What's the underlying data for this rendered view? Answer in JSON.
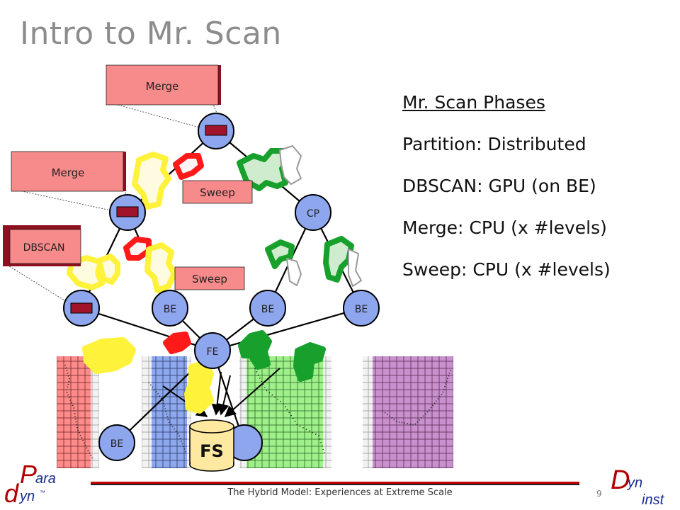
{
  "slide": {
    "title": "Intro to Mr. Scan",
    "footer": "The Hybrid Model: Experiences at Extreme Scale",
    "page_number": "9"
  },
  "phases": {
    "heading": "Mr. Scan Phases",
    "items": [
      "Partition: Distributed",
      "DBSCAN: GPU (on BE)",
      "Merge: CPU (x #levels)",
      "Sweep: CPU (x #levels)"
    ]
  },
  "diagram": {
    "boxes": {
      "merge_top": "Merge",
      "merge_left": "Merge",
      "dbscan": "DBSCAN",
      "sweep_upper": "Sweep",
      "sweep_lower": "Sweep"
    },
    "nodes": {
      "cp": "CP",
      "be_mid_left": "BE",
      "be_mid_center": "BE",
      "be_mid_right": "BE",
      "fe": "FE",
      "be_bottom": "BE",
      "fs": "FS"
    }
  },
  "logos": {
    "paradyn": {
      "big1": "P",
      "small1": "ara",
      "big2": "d",
      "small2": "yn",
      "tm": "™"
    },
    "dyninst": {
      "big": "D",
      "small1": "yn",
      "small2": "inst"
    }
  },
  "colors": {
    "node_fill": "#8ea6ee",
    "box_fill": "#f78a8a",
    "box_shadow": "#8c1020",
    "green": "#17a02c",
    "yellow": "#fff23a",
    "red": "#ff1a1a",
    "logo_red": "#b00000",
    "logo_blue": "#1a2d90"
  }
}
